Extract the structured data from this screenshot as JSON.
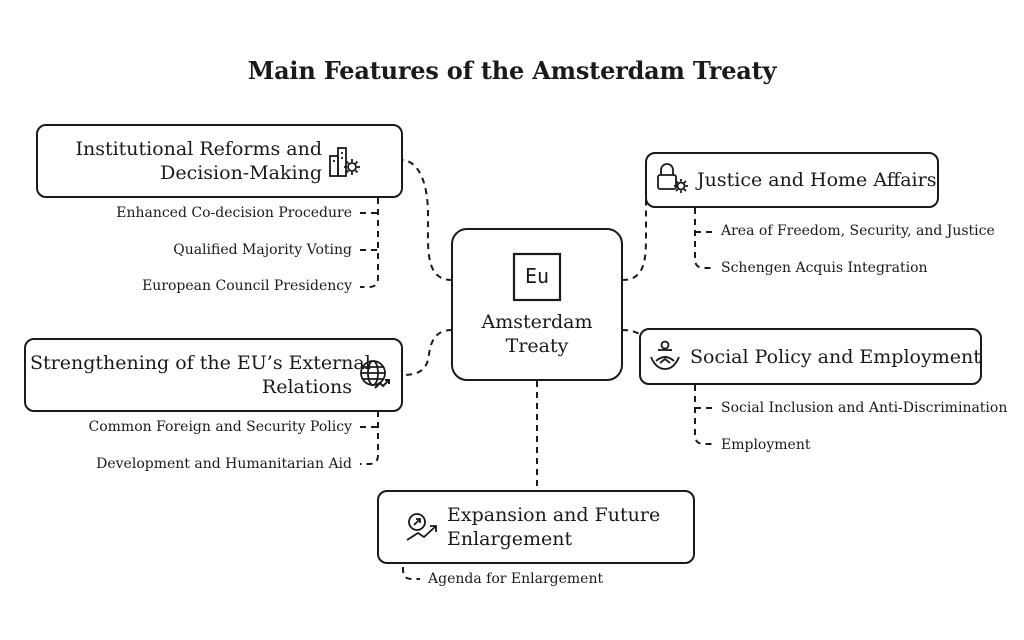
{
  "title": "Main Features of the Amsterdam Treaty",
  "center": {
    "badge": "Eu",
    "line1": "Amsterdam",
    "line2": "Treaty"
  },
  "nodes": {
    "institutional": {
      "line1": "Institutional Reforms and",
      "line2": "Decision-Making",
      "icon": "buildings-gear-icon",
      "items": [
        "Enhanced Co-decision Procedure",
        "Qualified Majority Voting",
        "European Council Presidency"
      ]
    },
    "external": {
      "line1": "Strengthening of the EU’s External",
      "line2": "Relations",
      "icon": "globe-trend-icon",
      "items": [
        "Common Foreign and Security Policy",
        "Development and Humanitarian Aid"
      ]
    },
    "justice": {
      "label": "Justice and Home Affairs",
      "icon": "lock-gear-icon",
      "items": [
        "Area of Freedom, Security, and Justice",
        "Schengen Acquis Integration"
      ]
    },
    "social": {
      "label": "Social Policy and Employment",
      "icon": "helping-hands-icon",
      "items": [
        "Social Inclusion and Anti-Discrimination",
        "Employment"
      ]
    },
    "expansion": {
      "line1": "Expansion and Future",
      "line2": "Enlargement",
      "icon": "growth-arrow-icon",
      "items": [
        "Agenda for Enlargement"
      ]
    }
  },
  "colors": {
    "stroke": "#1a1a1a",
    "background": "#ffffff"
  }
}
